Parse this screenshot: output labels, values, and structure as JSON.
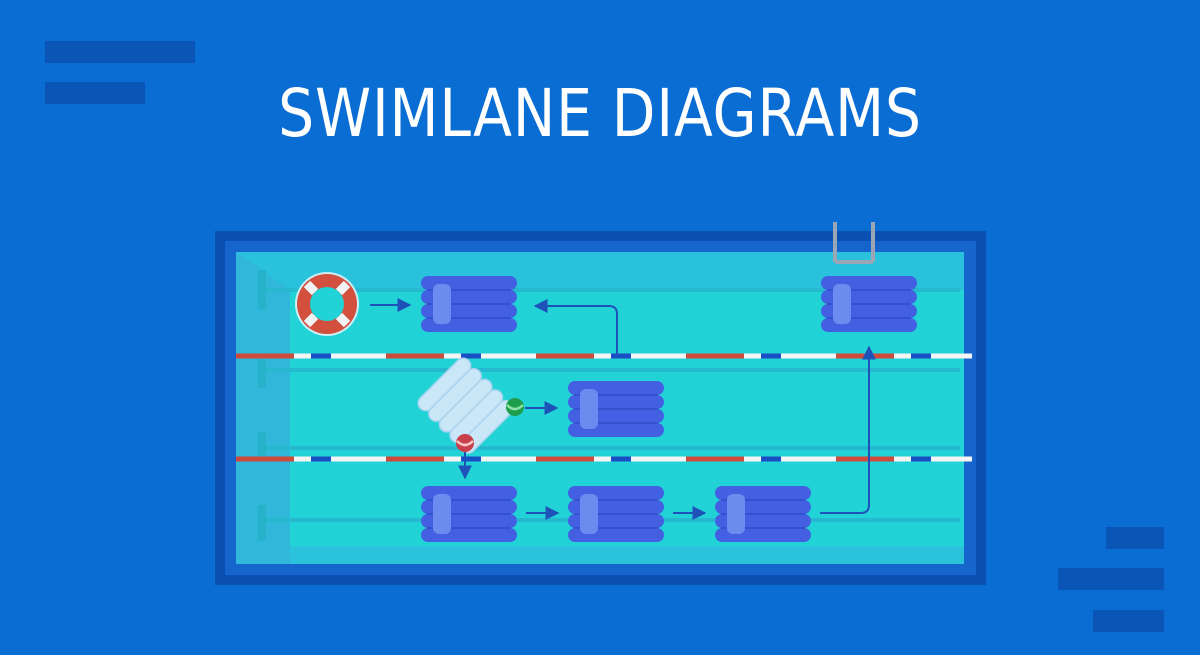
{
  "header": {
    "title": "SWIMLANE DIAGRAMS"
  },
  "palette": {
    "background": "#0A6DD3",
    "deco_bars": "#0A55B5",
    "pool_frame": "#0B4FB0",
    "pool_deck": "#2BC3DB",
    "water": "#21D3D6",
    "lane_rope_white": "#F4F4F4",
    "lane_rope_red": "#D04A3C",
    "lane_rope_blue": "#1A4FC4",
    "float_fill": "#4460E2",
    "arrow": "#1F52B8",
    "lifebuoy_red": "#D3503E"
  },
  "pool": {
    "lanes": [
      {
        "id": "lane-1",
        "icon": "lifebuoy-icon"
      },
      {
        "id": "lane-2",
        "icon": "kickboard-icon"
      },
      {
        "id": "lane-3",
        "icon": null
      }
    ],
    "nodes": [
      {
        "id": "process-box",
        "lane": 1,
        "col": 1
      },
      {
        "id": "process-box",
        "lane": 1,
        "col": 4
      },
      {
        "id": "process-box",
        "lane": 2,
        "col": 2
      },
      {
        "id": "process-box",
        "lane": 3,
        "col": 1
      },
      {
        "id": "process-box",
        "lane": 3,
        "col": 2
      },
      {
        "id": "process-box",
        "lane": 3,
        "col": 3
      }
    ],
    "icons": [
      "lifebuoy-icon",
      "kickboard-icon",
      "pool-ladder-icon",
      "green-ball-icon",
      "red-ball-icon"
    ]
  }
}
